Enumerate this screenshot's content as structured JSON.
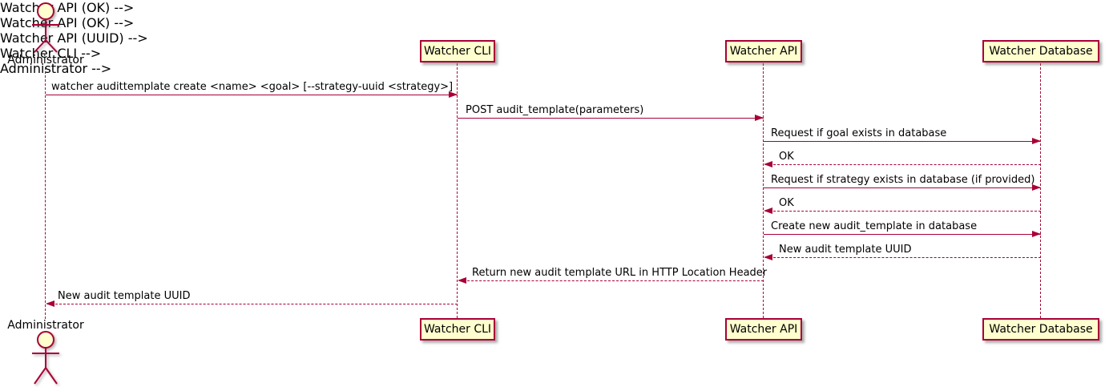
{
  "diagram": {
    "type": "uml-sequence-diagram",
    "colors": {
      "accent": "#A80036",
      "participant_fill": "#FEFECE",
      "text": "#000000",
      "background": "#ffffff"
    }
  },
  "actor": {
    "name": "Administrator",
    "icon": "stick-figure-actor-icon"
  },
  "participants": [
    {
      "label": "Watcher CLI"
    },
    {
      "label": "Watcher API"
    },
    {
      "label": "Watcher Database"
    }
  ],
  "messages": [
    {
      "from": "Administrator",
      "to": "Watcher CLI",
      "style": "solid",
      "text": "watcher audittemplate create <name> <goal> [--strategy-uuid <strategy>]"
    },
    {
      "from": "Watcher CLI",
      "to": "Watcher API",
      "style": "solid",
      "text": "POST audit_template(parameters)"
    },
    {
      "from": "Watcher API",
      "to": "Watcher Database",
      "style": "solid",
      "text": "Request if goal exists in database"
    },
    {
      "from": "Watcher Database",
      "to": "Watcher API",
      "style": "dashed",
      "text": "OK"
    },
    {
      "from": "Watcher API",
      "to": "Watcher Database",
      "style": "solid",
      "text": "Request if strategy exists in database (if provided)"
    },
    {
      "from": "Watcher Database",
      "to": "Watcher API",
      "style": "dashed",
      "text": "OK"
    },
    {
      "from": "Watcher API",
      "to": "Watcher Database",
      "style": "solid",
      "text": "Create new audit_template in database"
    },
    {
      "from": "Watcher Database",
      "to": "Watcher API",
      "style": "dashed",
      "text": "New audit template UUID"
    },
    {
      "from": "Watcher API",
      "to": "Watcher CLI",
      "style": "dashed",
      "text": "Return new audit template URL in HTTP Location Header"
    },
    {
      "from": "Watcher CLI",
      "to": "Administrator",
      "style": "dashed",
      "text": "New audit template UUID"
    }
  ]
}
